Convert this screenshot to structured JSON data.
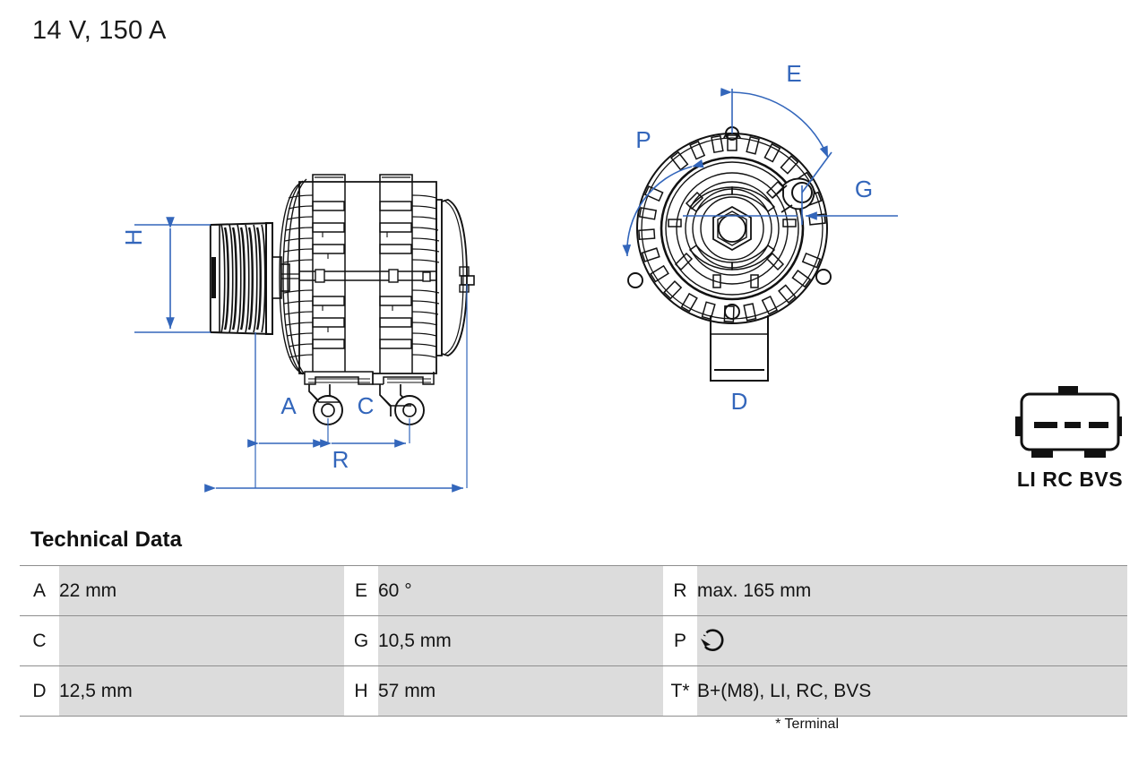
{
  "title": "14 V, 150 A",
  "drawing": {
    "side_view": {
      "name": "alternator-side-view",
      "dimension_labels": [
        "H",
        "A",
        "C",
        "R"
      ]
    },
    "front_view": {
      "name": "alternator-front-view",
      "dimension_labels": [
        "E",
        "G",
        "P",
        "D"
      ]
    },
    "dimension_color": "#3366bb",
    "line_color": "#111111"
  },
  "connector": {
    "label": "LI RC BVS",
    "icon_name": "connector-plug-icon",
    "pin_count": 3
  },
  "tech": {
    "heading": "Technical Data",
    "rows": [
      {
        "key_a": "A",
        "val_a": "22 mm",
        "key_b": "E",
        "val_b": "60 °",
        "key_c": "R",
        "val_c": "max. 165 mm"
      },
      {
        "key_a": "C",
        "val_a": "",
        "key_b": "G",
        "val_b": "10,5 mm",
        "key_c": "P",
        "val_c": ""
      },
      {
        "key_a": "D",
        "val_a": "12,5 mm",
        "key_b": "H",
        "val_b": "57 mm",
        "key_c": "T*",
        "val_c": "B+(M8), LI, RC, BVS"
      }
    ],
    "rotation_icon_name": "counterclockwise-rotation-icon",
    "footnote": "* Terminal"
  }
}
